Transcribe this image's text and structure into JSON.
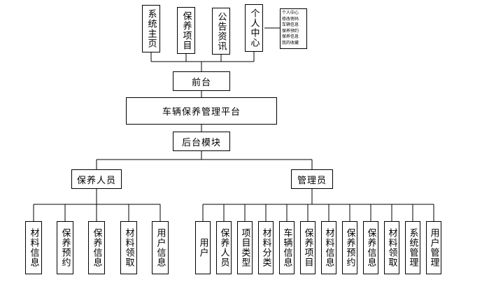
{
  "front": {
    "items": [
      "系统主页",
      "保养项目",
      "公告资讯",
      "个人中心"
    ],
    "personal_center_note": "个人中心\n修改密码\n车辆信息\n保养预约\n保养信息\n我的收藏",
    "label": "前台"
  },
  "platform": {
    "label": "车辆保养管理平台"
  },
  "backend": {
    "label": "后台模块"
  },
  "roles": [
    {
      "label": "保养人员",
      "items": [
        "材料信息",
        "保养预约",
        "保养信息",
        "材料领取",
        "用户信息"
      ]
    },
    {
      "label": "管理员",
      "items": [
        "用户",
        "保养人员",
        "项目类型",
        "材料分类",
        "车辆信息",
        "保养项目",
        "材料信息",
        "保养预约",
        "保养信息",
        "材料领取",
        "系统管理",
        "用户管理"
      ]
    }
  ]
}
